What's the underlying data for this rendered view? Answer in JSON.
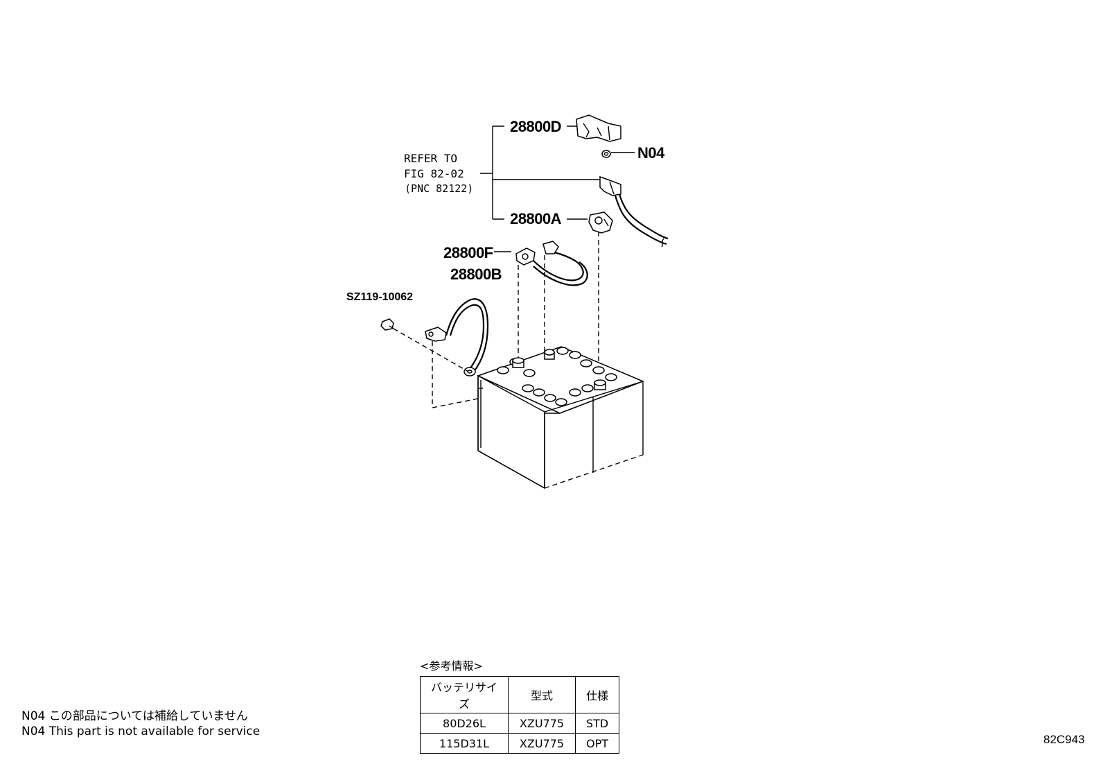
{
  "callouts": {
    "p28800D": "28800D",
    "n04": "N04",
    "p28800A": "28800A",
    "p28800F": "28800F",
    "p28800B": "28800B",
    "sz": "SZ119-10062",
    "ref_line1": "REFER TO",
    "ref_line2": "FIG 82-02",
    "ref_line3": "(PNC 82122)"
  },
  "info": {
    "title": "<参考情報>",
    "headers": [
      "バッテリサイズ",
      "型式",
      "仕様"
    ],
    "rows": [
      [
        "80D26L",
        "XZU775",
        "STD"
      ],
      [
        "115D31L",
        "XZU775",
        "OPT"
      ]
    ]
  },
  "notes": {
    "jp": "N04 この部品については補給していません",
    "en": "N04 This part is not available for service"
  },
  "figure_code": "82C943"
}
